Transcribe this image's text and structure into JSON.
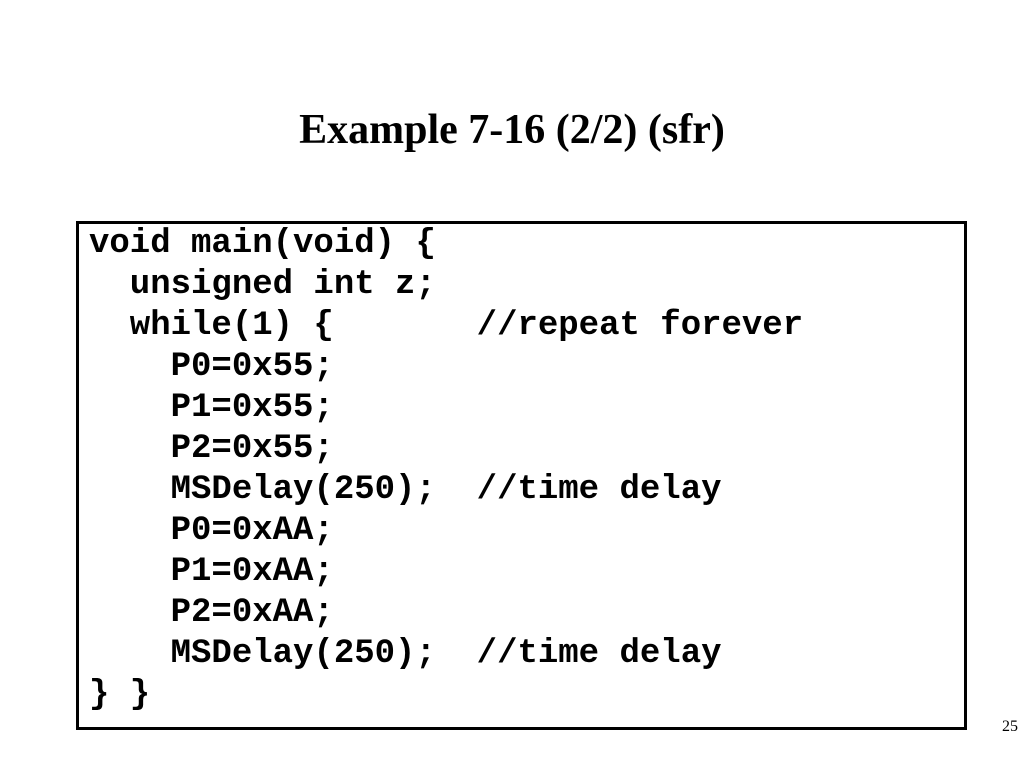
{
  "slide": {
    "title": "Example 7-16 (2/2) (sfr)",
    "page_number": "25"
  },
  "code": {
    "lines": [
      "void main(void) {",
      "  unsigned int z;",
      "  while(1) {       //repeat forever",
      "    P0=0x55;",
      "    P1=0x55;",
      "    P2=0x55;",
      "    MSDelay(250);  //time delay",
      "    P0=0xAA;",
      "    P1=0xAA;",
      "    P2=0xAA;",
      "    MSDelay(250);  //time delay",
      "} }"
    ]
  }
}
